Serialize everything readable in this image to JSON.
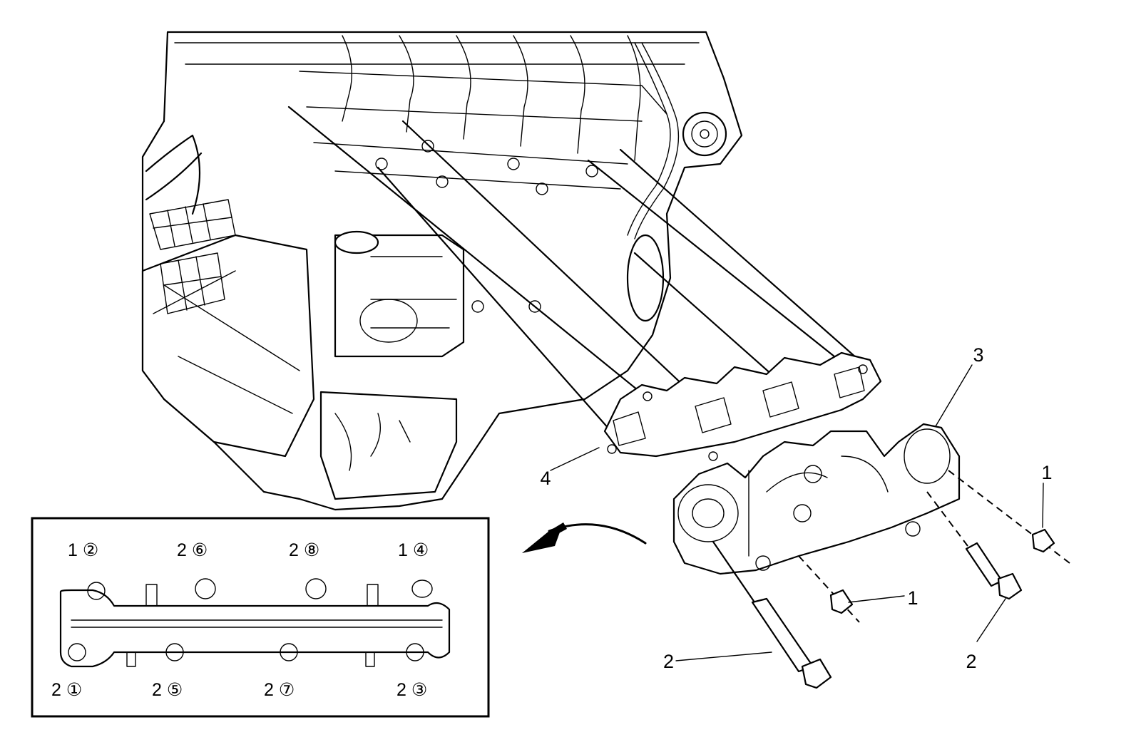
{
  "callouts": {
    "nut_right_top": "1",
    "nut_lower": "1",
    "bolt_left": "2",
    "bolt_right": "2",
    "manifold": "3",
    "gasket": "4"
  },
  "tightening_sequence": {
    "top_row": [
      "1 ②",
      "2 ⑥",
      "2 ⑧",
      "1 ④"
    ],
    "bottom_row": [
      "2 ①",
      "2 ⑤",
      "2 ⑦",
      "2 ③"
    ]
  }
}
